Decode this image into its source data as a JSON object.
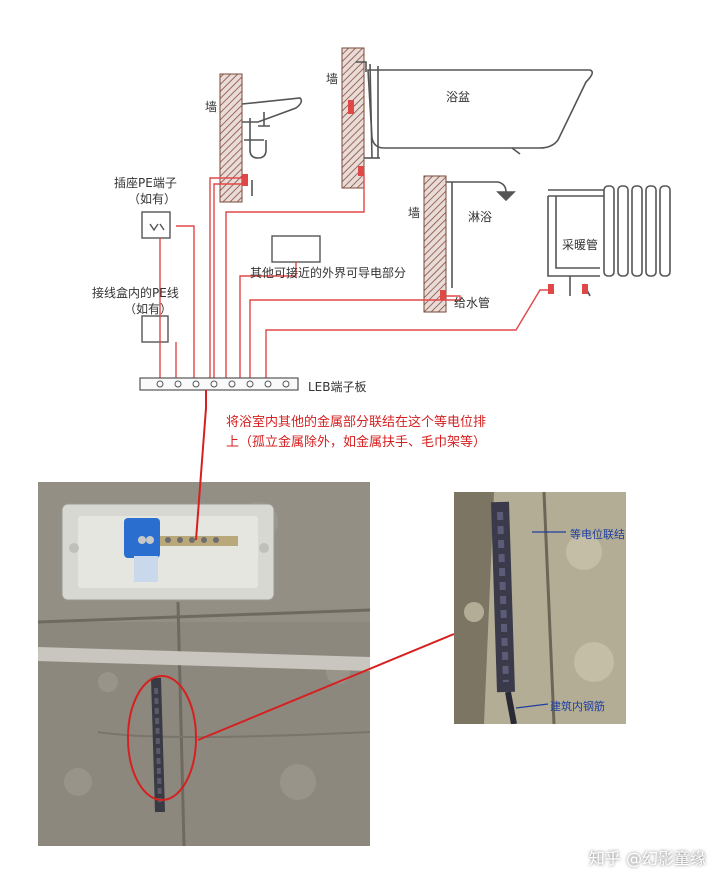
{
  "diagram": {
    "labels": {
      "wall_1": "墙",
      "wall_2": "墙",
      "wall_3": "墙",
      "bathtub": "浴盆",
      "shower": "淋浴",
      "socket_pe": "插座PE端子",
      "socket_pe_note": "（如有）",
      "junction_pe": "接线盒内的PE线",
      "junction_pe_note": "（如有）",
      "other_conductive": "其他可接近的外界可导电部分",
      "water_pipe": "给水管",
      "heating_pipe": "采暖管",
      "leb": "LEB端子板"
    },
    "annotation": "将浴室内其他的金属部分联结在这个等电位排上（孤立金属除外，如金属扶手、毛巾架等）"
  },
  "inset": {
    "equipotential": "等电位联结",
    "rebar": "建筑内钢筋"
  },
  "watermark": "知乎 @幻影童缘",
  "colors": {
    "wire": "#e04848",
    "wall_hatch": "#8a4a3a",
    "line": "#555555",
    "accent_red": "#d62020",
    "label_blue": "#1f3fa0"
  }
}
